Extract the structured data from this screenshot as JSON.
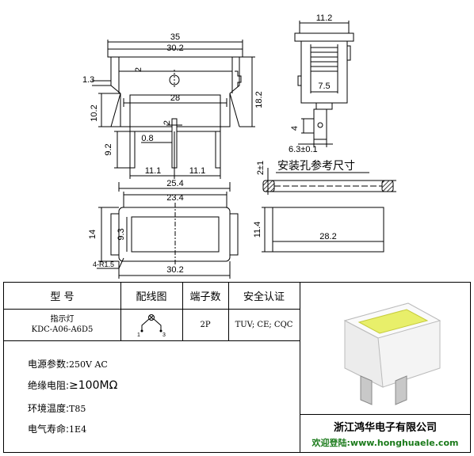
{
  "dims_front": {
    "d35": "35",
    "d30_2_top": "30.2",
    "d2_top": "2",
    "d1_3": "1.3",
    "d28": "28",
    "d18_2": "18.2",
    "d10_2": "10.2",
    "d2_mid": "2",
    "d0_8": "0.8",
    "d9_2": "9.2",
    "d11_1_l": "11.1",
    "d11_1_r": "11.1",
    "d25_4": "25.4"
  },
  "dims_side": {
    "d11_2": "11.2",
    "d7_5": "7.5",
    "d4": "4",
    "d6_3": "6.3±0.1"
  },
  "dims_bottom": {
    "d23_4": "23.4",
    "d14": "14",
    "d9_3": "9.3",
    "d4r": "4-R1.5",
    "d30_2_bot": "30.2"
  },
  "dims_cutout": {
    "d2pm1": "2±1",
    "title": "安装孔参考尺寸",
    "d11_4": "11.4",
    "d28_2": "28.2"
  },
  "table": {
    "headers": [
      "型  号",
      "配线图",
      "端子数",
      "安全认证"
    ],
    "row": {
      "model_line1": "指示灯",
      "model_line2": "KDC-A06-A6D5",
      "wiring_pins": [
        "1",
        "3"
      ],
      "terminals": "2P",
      "cert": "TUV; CE; CQC"
    },
    "params": [
      {
        "label": "电源参数:",
        "value": "250V AC"
      },
      {
        "label": "绝缘电阻:",
        "value": "≥100MΩ"
      },
      {
        "label": "环境温度:",
        "value": "T85"
      },
      {
        "label": "电气寿命:",
        "value": "1E4"
      }
    ],
    "company": "浙江鸿华电子有限公司",
    "website_prefix": "欢迎登陆:",
    "website": "www.honghuaele.com"
  },
  "colors": {
    "lens": "#e8ef6a",
    "housing": "#ffffff",
    "terminal": "#c8c8c8",
    "website": "#1a7a1a"
  }
}
